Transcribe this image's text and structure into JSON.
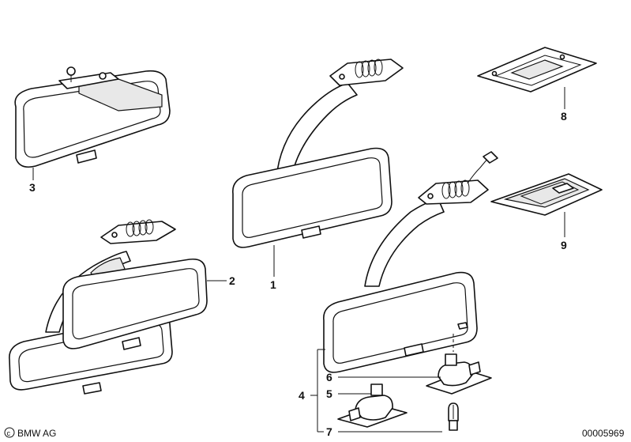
{
  "callouts": {
    "c1": "1",
    "c2": "2",
    "c3": "3",
    "c4": "4",
    "c5": "5",
    "c6": "6",
    "c7": "7",
    "c8": "8",
    "c9": "9"
  },
  "footer": {
    "brand": "BMW AG",
    "drawing_number": "00005969"
  },
  "colors": {
    "line": "#111111",
    "background": "#ffffff"
  }
}
